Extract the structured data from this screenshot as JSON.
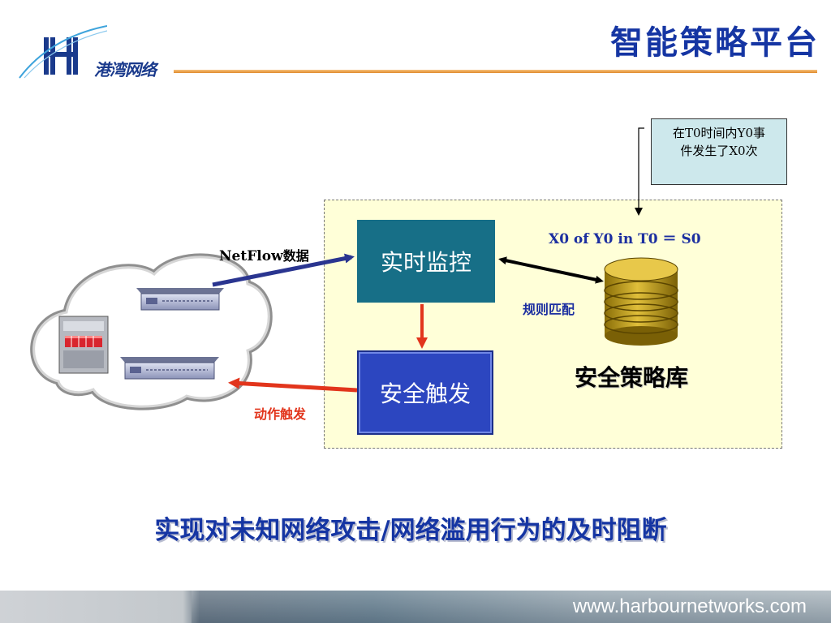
{
  "header": {
    "logo_text": "港湾网络",
    "title": "智能策略平台"
  },
  "note": {
    "text_line1": "在T0时间内Y0事",
    "text_line2": "件发生了X0次"
  },
  "diagram": {
    "monitor_label": "实时监控",
    "trigger_label": "安全触发",
    "formula": "X0 of Y0 in T0 ＝ S0",
    "rule_match_label": "规则匹配",
    "policy_db_label": "安全策略库",
    "action_label": "动作触发",
    "netflow_en": "NetFlow",
    "netflow_cn": "数据"
  },
  "tagline": "实现对未知网络攻击/网络滥用行为的及时阻断",
  "footer": {
    "website": "www.harbournetworks.com"
  },
  "colors": {
    "title_blue": "#1535a3",
    "monitor_teal": "#176f87",
    "trigger_blue": "#2c46c0",
    "action_red": "#e2351c",
    "db_gold": "#c8a21a",
    "region_bg": "#ffffd8",
    "note_bg": "#cde8ec"
  }
}
